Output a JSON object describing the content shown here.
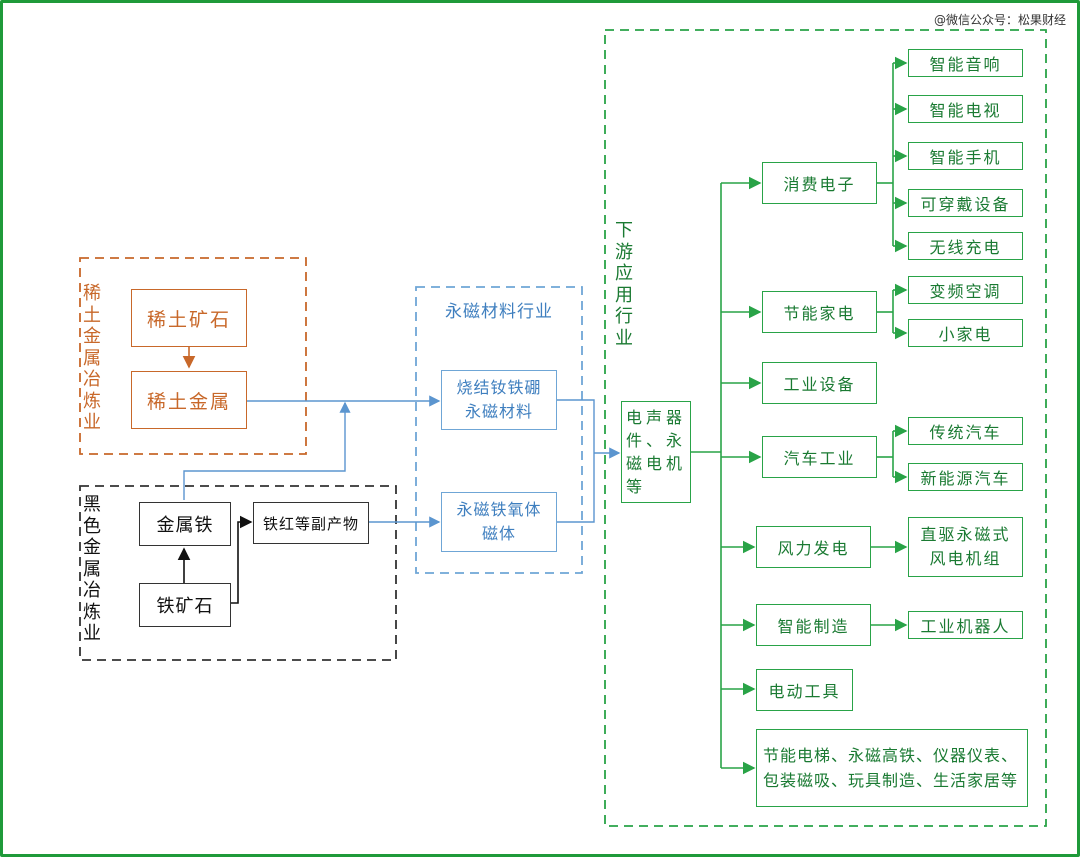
{
  "watermark": "@微信公众号：松果财经",
  "colors": {
    "frame": "#1f9a3a",
    "rare_earth": "#c8682a",
    "ferrous": "#333333",
    "magnet": "#6fa6d6",
    "downstream": "#29a347"
  },
  "rare_earth_group": {
    "label": "稀土金属冶炼业",
    "ore": "稀土矿石",
    "metal": "稀土金属"
  },
  "ferrous_group": {
    "label": "黑色金属冶炼业",
    "metal_iron": "金属铁",
    "iron_ore": "铁矿石",
    "byproduct": "铁红等副产物"
  },
  "magnet_group": {
    "title": "永磁材料行业",
    "ndfeb_1": "烧结钕铁硼",
    "ndfeb_2": "永磁材料",
    "ferrite_1": "永磁铁氧体",
    "ferrite_2": "磁体"
  },
  "downstream_group": {
    "label": "下游应用行业",
    "hub": "电声器件、永磁电机等",
    "categories": [
      {
        "name": "消费电子",
        "items": [
          "智能音响",
          "智能电视",
          "智能手机",
          "可穿戴设备",
          "无线充电"
        ]
      },
      {
        "name": "节能家电",
        "items": [
          "变频空调",
          "小家电"
        ]
      },
      {
        "name": "工业设备",
        "items": []
      },
      {
        "name": "汽车工业",
        "items": [
          "传统汽车",
          "新能源汽车"
        ]
      },
      {
        "name": "风力发电",
        "items": [
          "直驱永磁式风电机组"
        ]
      },
      {
        "name": "智能制造",
        "items": [
          "工业机器人"
        ]
      },
      {
        "name": "电动工具",
        "items": []
      },
      {
        "name": "节能电梯、永磁高铁、仪器仪表、包装磁吸、玩具制造、生活家居等",
        "items": []
      }
    ]
  }
}
